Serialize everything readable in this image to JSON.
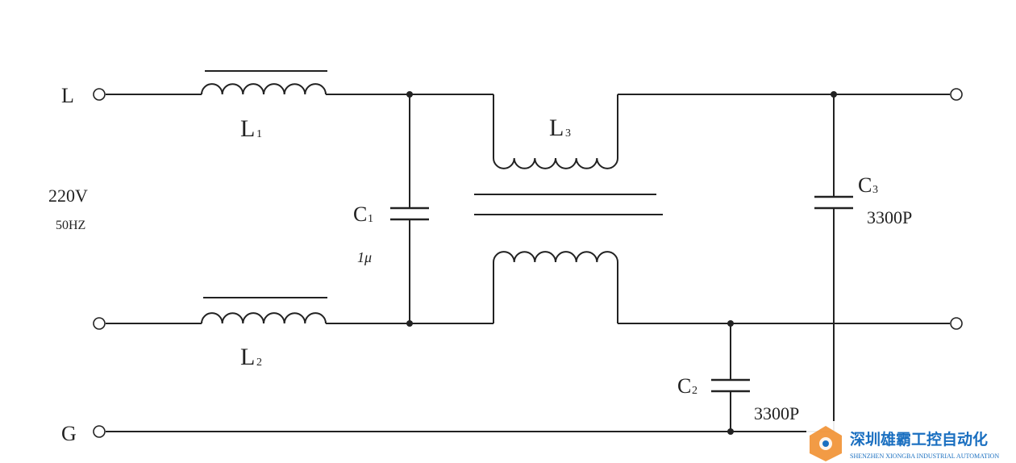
{
  "terminals": {
    "line": "L",
    "ground": "G"
  },
  "supply": {
    "voltage": "220V",
    "frequency": "50HZ"
  },
  "components": {
    "L1": {
      "letter": "L",
      "sub": "1"
    },
    "L2": {
      "letter": "L",
      "sub": "2"
    },
    "L3": {
      "letter": "L",
      "sub": "3"
    },
    "C1": {
      "letter": "C",
      "sub": "1",
      "value": "1μ"
    },
    "C2": {
      "letter": "C",
      "sub": "2",
      "value": "3300P"
    },
    "C3": {
      "letter": "C",
      "sub": "3",
      "value": "3300P"
    }
  },
  "watermark": {
    "title": "深圳雄霸工控自动化",
    "subtitle": "SHENZHEN XIONGBA INDUSTRIAL AUTOMATION",
    "colors": {
      "title": "#1a6fc0",
      "subtitle": "#1a6fc0",
      "logo": "#f08a24"
    }
  },
  "colors": {
    "ink": "#222222",
    "background": "#ffffff"
  }
}
